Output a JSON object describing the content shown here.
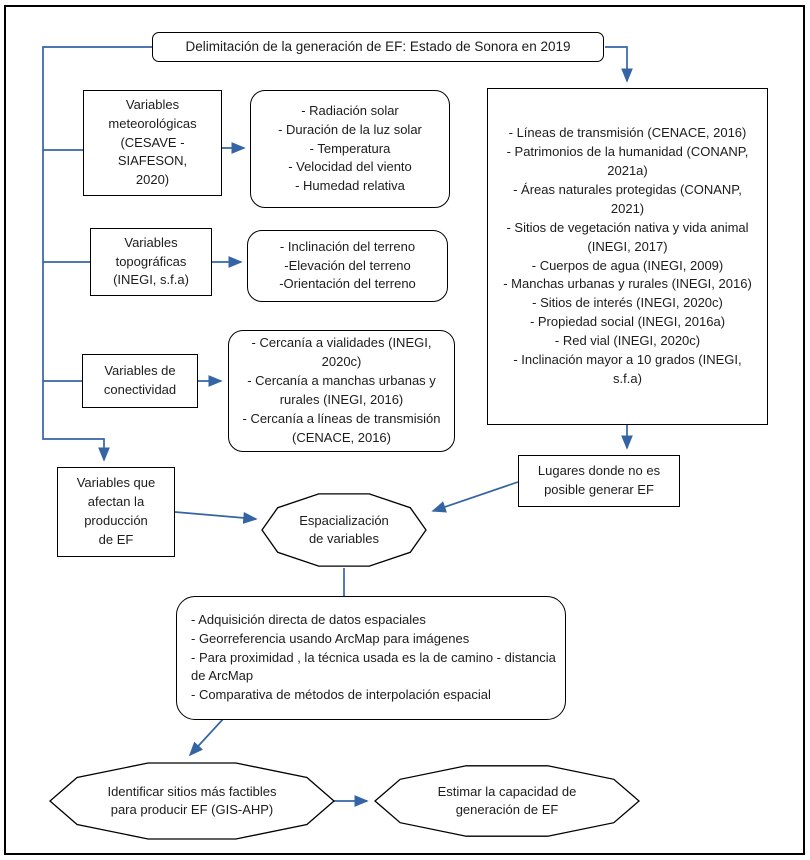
{
  "title": "Delimitación de la generación de EF: Estado de Sonora en 2019",
  "groups": {
    "meteorologicas": {
      "source": [
        "Variables",
        "meteorológicas",
        "(CESAVE   -",
        "SIAFESON,",
        "2020)"
      ],
      "factors": [
        "- Radiación solar",
        "- Duración de la luz solar",
        "- Temperatura",
        "- Velocidad del viento",
        "- Humedad relativa"
      ]
    },
    "topograficas": {
      "source": [
        "Variables",
        "topográficas",
        "(INEGI, s.f.a)"
      ],
      "factors": [
        "- Inclinación del terreno",
        "-Elevación del terreno",
        "-Orientación del terreno"
      ]
    },
    "conectividad": {
      "source": [
        "Variables de",
        "conectividad"
      ],
      "factors": [
        "- Cercanía a vialidades (INEGI, 2020c)",
        "- Cercanía a manchas urbanas y rurales (INEGI, 2016)",
        "- Cercanía a líneas de transmisión (CENACE, 2016)"
      ]
    }
  },
  "exclusions": {
    "items": [
      "- Líneas de transmisión (CENACE, 2016)",
      "- Patrimonios de la humanidad (CONANP, 2021a)",
      "- Áreas naturales protegidas (CONANP, 2021)",
      "- Sitios de  vegetación nativa y vida animal (INEGI, 2017)",
      "- Cuerpos de agua (INEGI, 2009)",
      "- Manchas urbanas y rurales (INEGI, 2016)",
      "- Sitios de interés (INEGI, 2020c)",
      "- Propiedad social (INEGI, 2016a)",
      "- Red vial (INEGI, 2020c)",
      "- Inclinación mayor a 10 grados (INEGI, s.f.a)"
    ]
  },
  "no_ef_box": [
    "Lugares donde no es",
    "posible generar EF"
  ],
  "affecting_box": [
    "Variables que",
    "afectan la",
    "producción",
    "de EF"
  ],
  "steps": {
    "spatialization": [
      "Espacialización",
      "de variables"
    ],
    "identify": [
      "Identificar sitios más factibles",
      "para producir EF (GIS-AHP)"
    ],
    "estimate": [
      "Estimar la capacidad de",
      "generación de EF"
    ]
  },
  "methods": {
    "items": [
      "- Adquisición directa de datos espaciales",
      "- Georreferencia usando ArcMap para imágenes",
      "-  Para proximidad ,  la técnica usada es la de camino - distancia de ArcMap",
      "- Comparativa de métodos de interpolación espacial"
    ]
  },
  "colors": {
    "arrow": "#3464A4",
    "node_border": "#000000",
    "text": "#1C1C1C",
    "background": "#FFFFFF"
  }
}
